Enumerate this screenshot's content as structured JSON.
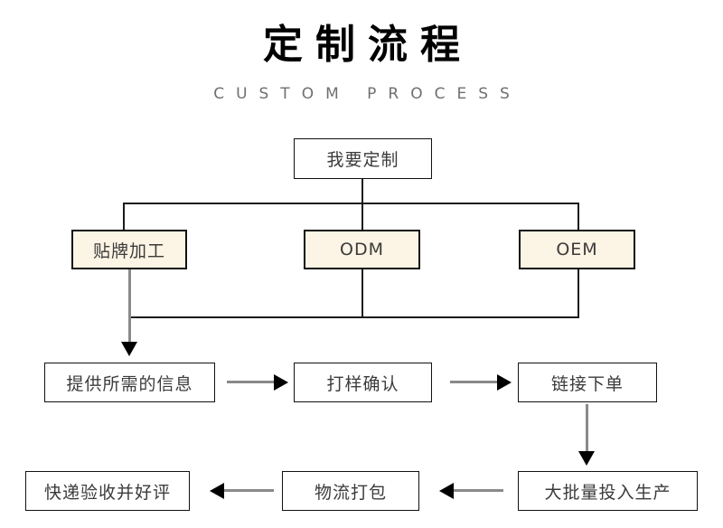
{
  "header": {
    "title": "定制流程",
    "subtitle": "CUSTOM PROCESS"
  },
  "colors": {
    "background": "#ffffff",
    "box_border": "#111111",
    "box_fill_white": "#ffffff",
    "box_fill_cream": "#fcf4e4",
    "text": "#3b3b3b",
    "title_text": "#000000",
    "subtitle_text": "#6f6f6f",
    "connector_line": "#1b1b1b",
    "arrow_shaft": "#8a8a8a",
    "arrow_head": "#000000"
  },
  "flow": {
    "start": {
      "label": "我要定制"
    },
    "branches": [
      {
        "label": "贴牌加工"
      },
      {
        "label": "ODM"
      },
      {
        "label": "OEM"
      }
    ],
    "steps": [
      {
        "label": "提供所需的信息"
      },
      {
        "label": "打样确认"
      },
      {
        "label": "链接下单"
      },
      {
        "label": "大批量投入生产"
      },
      {
        "label": "物流打包"
      },
      {
        "label": "快递验收并好评"
      }
    ]
  }
}
